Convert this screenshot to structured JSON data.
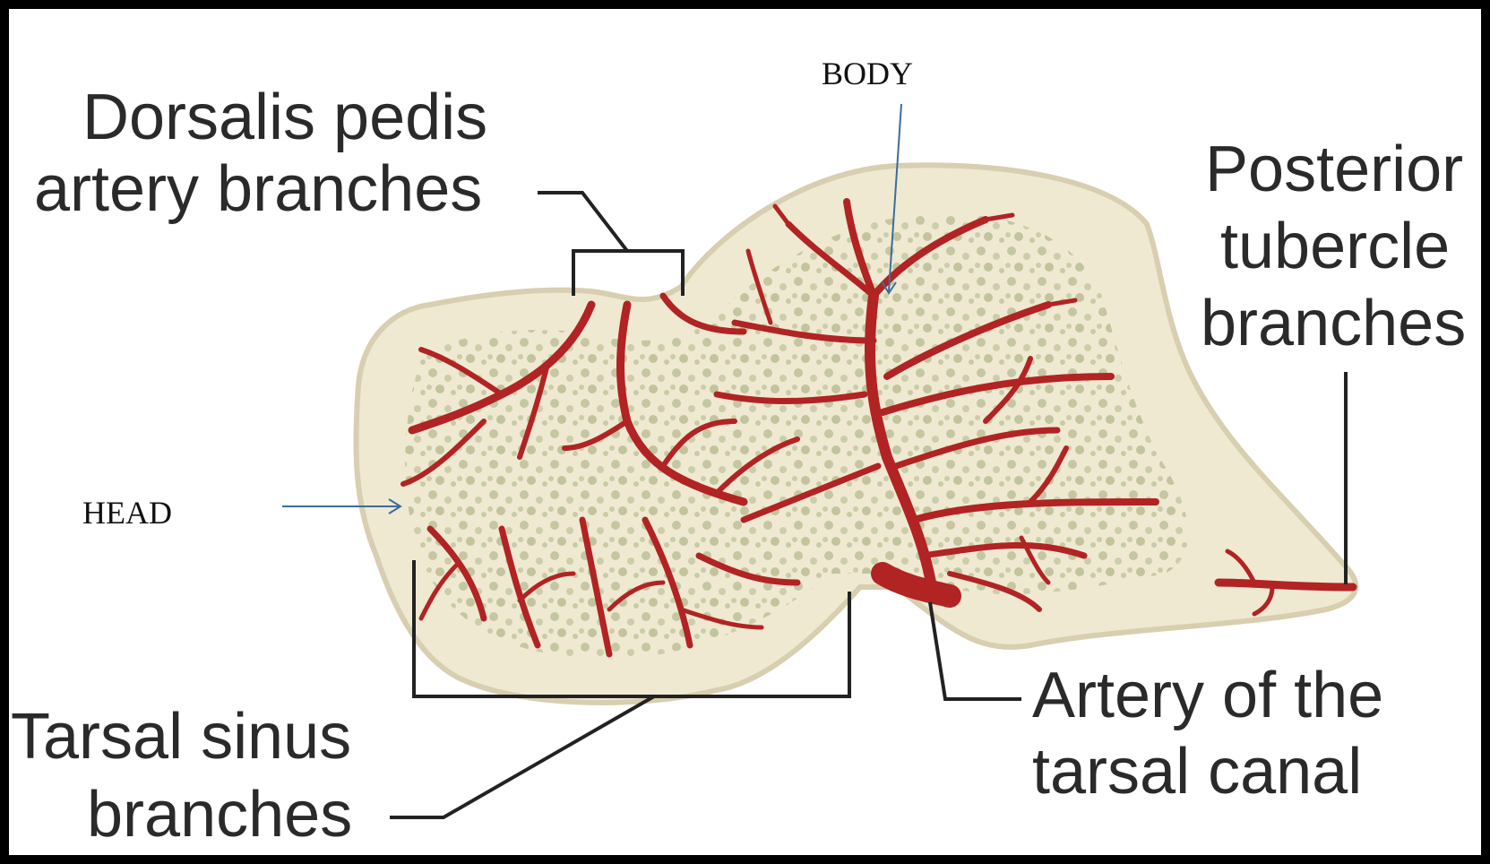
{
  "labels": {
    "body": "BODY",
    "head": "HEAD",
    "dorsalis_line1": "Dorsalis pedis",
    "dorsalis_line2": "artery branches",
    "posterior_line1": "Posterior",
    "posterior_line2": "tubercle",
    "posterior_line3": "branches",
    "tarsal_sinus_line1": "Tarsal sinus",
    "tarsal_sinus_line2": "branches",
    "tarsal_canal_line1": "Artery of the",
    "tarsal_canal_line2": "tarsal canal"
  },
  "colors": {
    "bone_fill": "#efe9d2",
    "bone_edge": "#d8ceb0",
    "trabecular": "#c9cca9",
    "artery": "#b22323",
    "artery_dark": "#8c1515",
    "leader": "#222222",
    "pointer_arrow": "#3b6c9a"
  }
}
